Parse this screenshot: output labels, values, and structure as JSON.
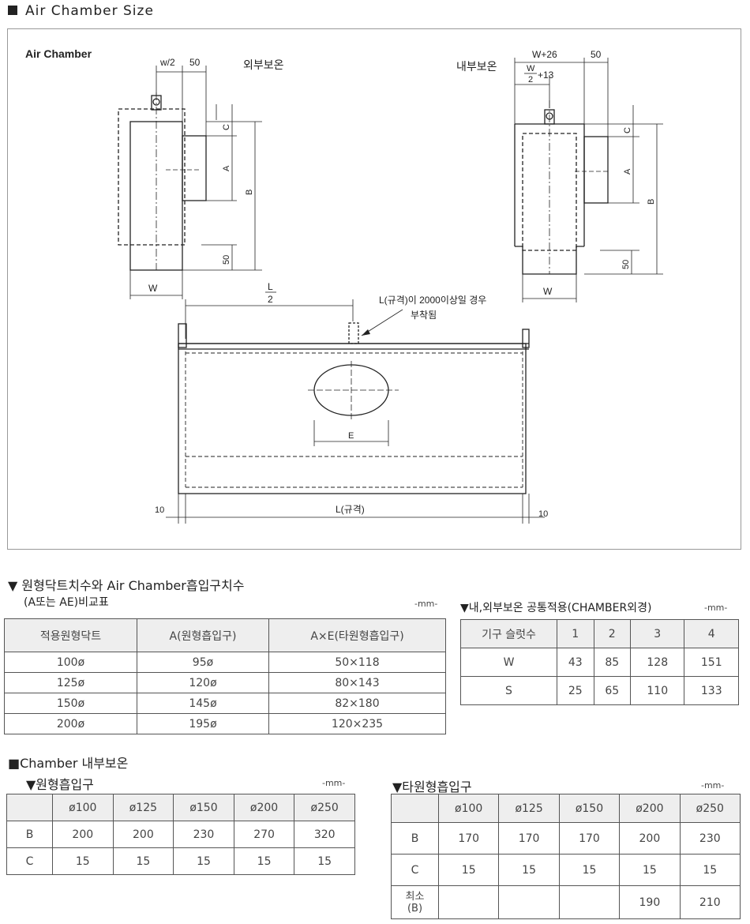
{
  "page_title": "Air Chamber Size",
  "drawing": {
    "label": "Air Chamber",
    "left_view": {
      "title": "외부보온",
      "w_half": "w/2",
      "gap": "50",
      "c": "C",
      "a": "A",
      "b": "B",
      "bottom": "50",
      "w": "W"
    },
    "right_view": {
      "title": "내부보온",
      "w_plus": "W+26",
      "gap": "50",
      "w_num": "W",
      "w_den": "2",
      "w_add": "+13",
      "c": "C",
      "a": "A",
      "b": "B",
      "bottom": "50",
      "w": "W"
    },
    "bottom_view": {
      "l_half_num": "L",
      "l_half_den": "2",
      "note_line1": "L(규격)이 2000이상일 경우",
      "note_line2": "부착됨",
      "e": "E",
      "left_gap": "10",
      "l_spec": "L(규격)",
      "right_gap": "10"
    }
  },
  "table1": {
    "title": "▼ 원형닥트치수와 Air Chamber흡입구치수",
    "subtitle": "(A또는 AE)비교표",
    "unit": "-mm-",
    "headers": [
      "적용원형닥트",
      "A(원형흡입구)",
      "A×E(타원형흡입구)"
    ],
    "rows": [
      [
        "100ø",
        "95ø",
        "50×118"
      ],
      [
        "125ø",
        "120ø",
        "80×143"
      ],
      [
        "150ø",
        "145ø",
        "82×180"
      ],
      [
        "200ø",
        "195ø",
        "120×235"
      ]
    ]
  },
  "table2": {
    "title": "▼내,외부보온 공통적용(CHAMBER외경)",
    "unit": "-mm-",
    "headers": [
      "기구 슬럿수",
      "1",
      "2",
      "3",
      "4"
    ],
    "rows": [
      [
        "W",
        "43",
        "85",
        "128",
        "151"
      ],
      [
        "S",
        "25",
        "65",
        "110",
        "133"
      ]
    ]
  },
  "section2": {
    "title": "■Chamber 내부보온"
  },
  "table3": {
    "title": "▼원형흡입구",
    "unit": "-mm-",
    "headers": [
      "",
      "ø100",
      "ø125",
      "ø150",
      "ø200",
      "ø250"
    ],
    "rows": [
      [
        "B",
        "200",
        "200",
        "230",
        "270",
        "320"
      ],
      [
        "C",
        "15",
        "15",
        "15",
        "15",
        "15"
      ]
    ]
  },
  "table4": {
    "title": "▼타원형흡입구",
    "unit": "-mm-",
    "headers": [
      "",
      "ø100",
      "ø125",
      "ø150",
      "ø200",
      "ø250"
    ],
    "rows": [
      [
        "B",
        "170",
        "170",
        "170",
        "200",
        "230"
      ],
      [
        "C",
        "15",
        "15",
        "15",
        "15",
        "15"
      ]
    ],
    "min_row": {
      "label1": "최소",
      "label2": "(B)",
      "values": [
        "",
        "",
        "",
        "190",
        "210"
      ]
    }
  }
}
